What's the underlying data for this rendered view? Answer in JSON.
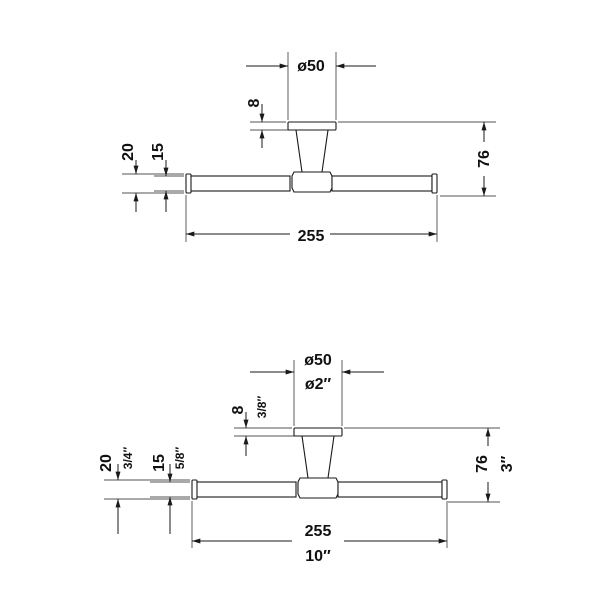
{
  "top_view": {
    "diameter": "ø50",
    "flange": "8",
    "height_total": "20",
    "height_bar": "15",
    "depth": "76",
    "width": "255"
  },
  "bottom_view": {
    "diameter": "ø50",
    "diameter_imperial": "ø2″",
    "flange": "8",
    "flange_imperial": "3/8″",
    "height_total": "20",
    "height_total_imperial": "3/4″",
    "height_bar": "15",
    "height_bar_imperial": "5/8″",
    "depth": "76",
    "depth_imperial": "3″",
    "width": "255",
    "width_imperial": "10″"
  }
}
